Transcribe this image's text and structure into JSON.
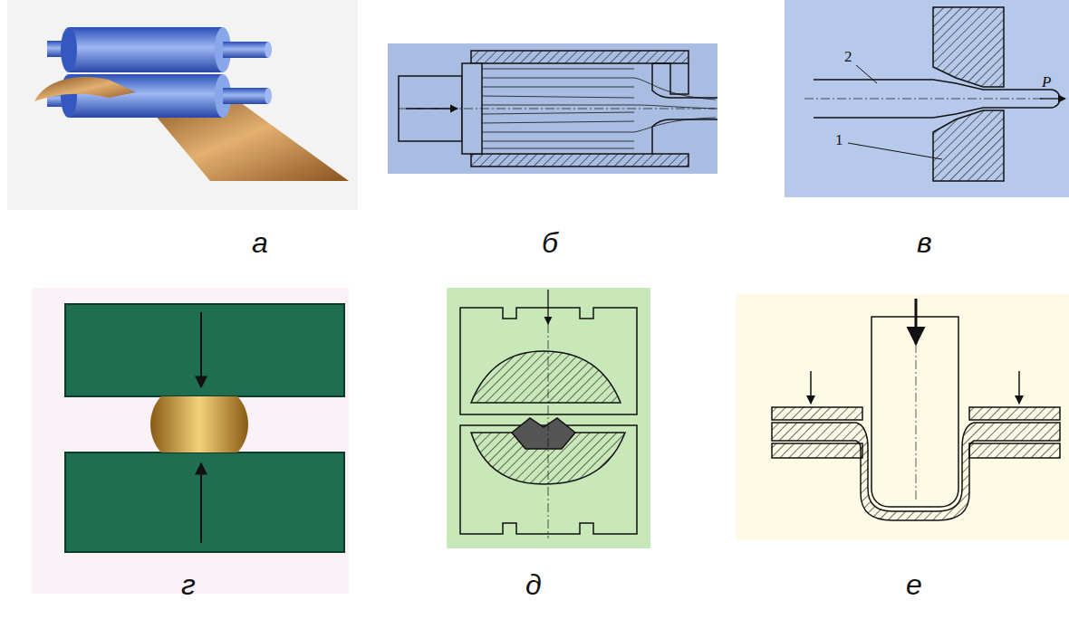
{
  "diagram": {
    "labels": [
      "а",
      "б",
      "в",
      "г",
      "д",
      "е",
      "2",
      "P",
      "1"
    ]
  }
}
